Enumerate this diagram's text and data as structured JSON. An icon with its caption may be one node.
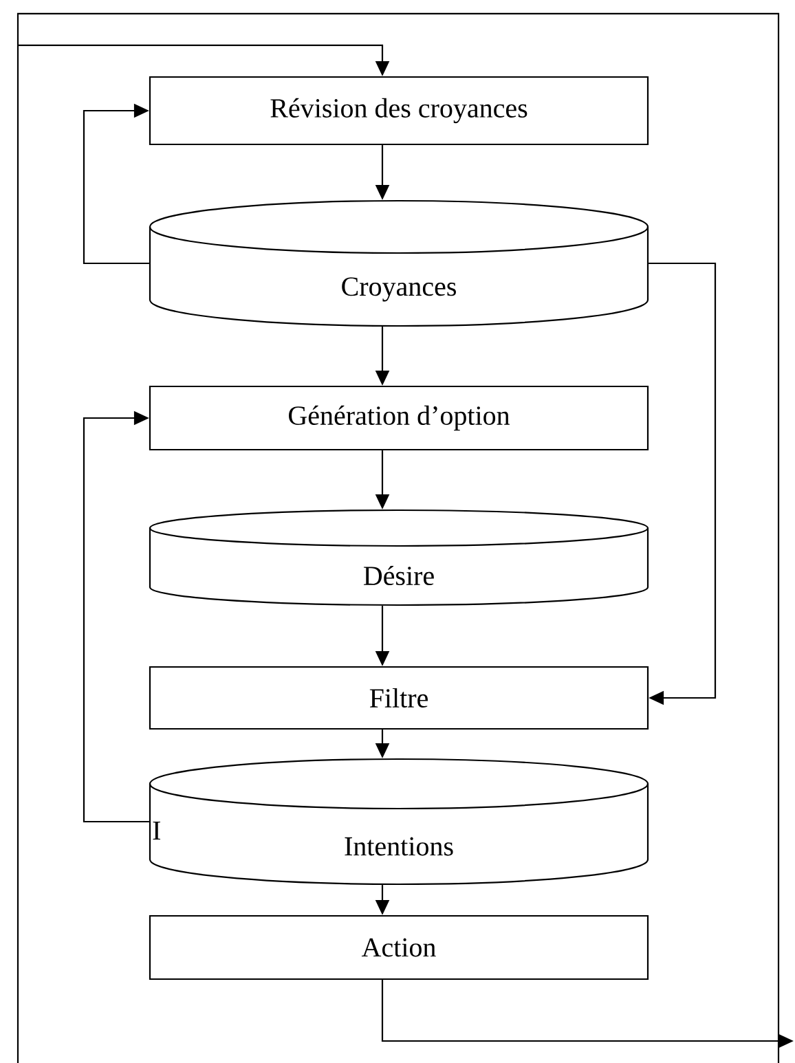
{
  "diagram": {
    "nodes": [
      {
        "text": [
          "Révision des croyances"
        ]
      },
      {
        "text": [
          "Croyances"
        ]
      },
      {
        "text": [
          "Génération d’option"
        ]
      },
      {
        "text": [
          "Désire"
        ]
      },
      {
        "text": [
          "Filtre"
        ]
      },
      {
        "text": [
          "Intentions"
        ]
      },
      {
        "text": [
          "Action"
        ]
      }
    ],
    "edges": [
      {
        "from": null,
        "to": 0,
        "arrow": "to"
      },
      {
        "from": 0,
        "to": 1,
        "arrow": "to"
      },
      {
        "from": 1,
        "to": 0,
        "arrow": "to"
      },
      {
        "from": 1,
        "to": 2,
        "arrow": "to"
      },
      {
        "from": 1,
        "to": 4,
        "arrow": "to"
      },
      {
        "from": 2,
        "to": 3,
        "arrow": "to"
      },
      {
        "from": 3,
        "to": 4,
        "arrow": "to"
      },
      {
        "from": 4,
        "to": 5,
        "arrow": "to"
      },
      {
        "from": 5,
        "to": 2,
        "arrow": "to"
      },
      {
        "from": 5,
        "to": 6,
        "arrow": "to"
      },
      {
        "from": 6,
        "to": null,
        "arrow": "to"
      }
    ],
    "labels": [
      "I"
    ]
  }
}
